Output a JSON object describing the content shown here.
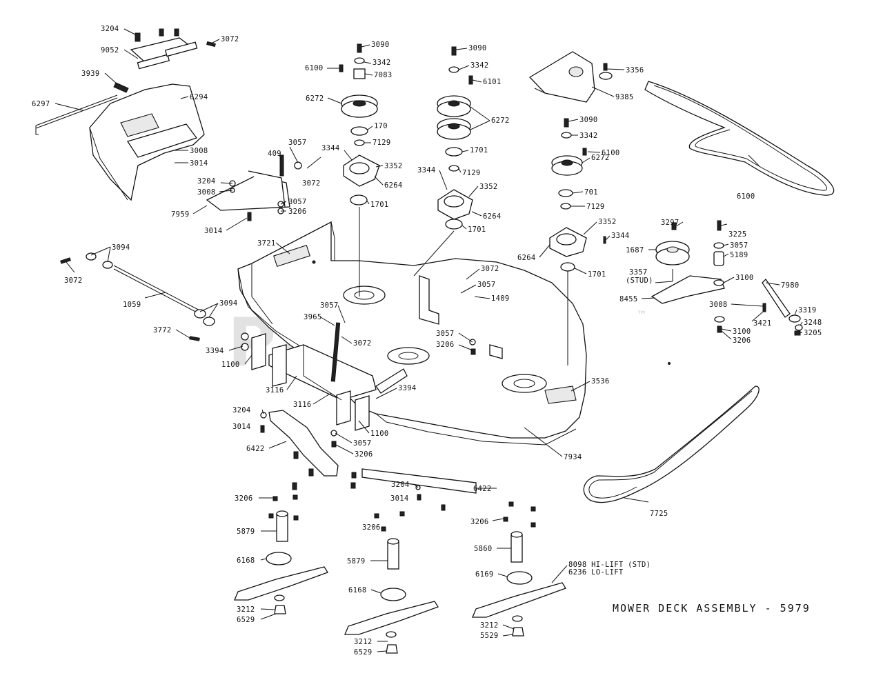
{
  "diagram": {
    "title": "MOWER DECK ASSEMBLY - 5979",
    "watermark": "PartsTree",
    "watermark_mark": "™",
    "labels": [
      {
        "id": "l1",
        "text": "3204"
      },
      {
        "id": "l2",
        "text": "3072"
      },
      {
        "id": "l3",
        "text": "9052"
      },
      {
        "id": "l4",
        "text": "3939"
      },
      {
        "id": "l5",
        "text": "6297"
      },
      {
        "id": "l6",
        "text": "6294"
      },
      {
        "id": "l7",
        "text": "3008"
      },
      {
        "id": "l8",
        "text": "3014"
      },
      {
        "id": "l9",
        "text": "409"
      },
      {
        "id": "l10",
        "text": "3057"
      },
      {
        "id": "l11",
        "text": "3072"
      },
      {
        "id": "l12",
        "text": "3204"
      },
      {
        "id": "l13",
        "text": "3008"
      },
      {
        "id": "l14",
        "text": "3057"
      },
      {
        "id": "l15",
        "text": "3206"
      },
      {
        "id": "l16",
        "text": "7959"
      },
      {
        "id": "l17",
        "text": "3014"
      },
      {
        "id": "l18",
        "text": "3090"
      },
      {
        "id": "l19",
        "text": "3342"
      },
      {
        "id": "l20",
        "text": "6100"
      },
      {
        "id": "l21",
        "text": "7083"
      },
      {
        "id": "l22",
        "text": "6272"
      },
      {
        "id": "l23",
        "text": "170"
      },
      {
        "id": "l24",
        "text": "7129"
      },
      {
        "id": "l25",
        "text": "3344"
      },
      {
        "id": "l26",
        "text": "3352"
      },
      {
        "id": "l27",
        "text": "6264"
      },
      {
        "id": "l28",
        "text": "1701"
      },
      {
        "id": "l29",
        "text": "3090"
      },
      {
        "id": "l30",
        "text": "3342"
      },
      {
        "id": "l31",
        "text": "6101"
      },
      {
        "id": "l32",
        "text": "6272"
      },
      {
        "id": "l33",
        "text": "1701"
      },
      {
        "id": "l34",
        "text": "3344"
      },
      {
        "id": "l35",
        "text": "7129"
      },
      {
        "id": "l36",
        "text": "3352"
      },
      {
        "id": "l37",
        "text": "6264"
      },
      {
        "id": "l38",
        "text": "1701"
      },
      {
        "id": "l39",
        "text": "3356"
      },
      {
        "id": "l40",
        "text": "9385"
      },
      {
        "id": "l41",
        "text": "3090"
      },
      {
        "id": "l42",
        "text": "3342"
      },
      {
        "id": "l43",
        "text": "6100"
      },
      {
        "id": "l44",
        "text": "6272"
      },
      {
        "id": "l45",
        "text": "701"
      },
      {
        "id": "l46",
        "text": "7129"
      },
      {
        "id": "l47",
        "text": "3352"
      },
      {
        "id": "l48",
        "text": "3344"
      },
      {
        "id": "l49",
        "text": "6264"
      },
      {
        "id": "l50",
        "text": "1701"
      },
      {
        "id": "l51",
        "text": "6100"
      },
      {
        "id": "l52",
        "text": "3297"
      },
      {
        "id": "l53",
        "text": "3225"
      },
      {
        "id": "l54",
        "text": "3057"
      },
      {
        "id": "l55",
        "text": "5189"
      },
      {
        "id": "l56",
        "text": "1687"
      },
      {
        "id": "l57",
        "text": "3357"
      },
      {
        "id": "l58",
        "text": "(STUD)"
      },
      {
        "id": "l59",
        "text": "3100"
      },
      {
        "id": "l60",
        "text": "8455"
      },
      {
        "id": "l61",
        "text": "7980"
      },
      {
        "id": "l62",
        "text": "3008"
      },
      {
        "id": "l63",
        "text": "3421"
      },
      {
        "id": "l64",
        "text": "3319"
      },
      {
        "id": "l65",
        "text": "3248"
      },
      {
        "id": "l66",
        "text": "3205"
      },
      {
        "id": "l67",
        "text": "3100"
      },
      {
        "id": "l68",
        "text": "3206"
      },
      {
        "id": "l69",
        "text": "3721"
      },
      {
        "id": "l70",
        "text": "3094"
      },
      {
        "id": "l71",
        "text": "3072"
      },
      {
        "id": "l72",
        "text": "1059"
      },
      {
        "id": "l73",
        "text": "3094"
      },
      {
        "id": "l74",
        "text": "3772"
      },
      {
        "id": "l75",
        "text": "3394"
      },
      {
        "id": "l76",
        "text": "1100"
      },
      {
        "id": "l77",
        "text": "3965"
      },
      {
        "id": "l78",
        "text": "3057"
      },
      {
        "id": "l79",
        "text": "3072"
      },
      {
        "id": "l80",
        "text": "3116"
      },
      {
        "id": "l81",
        "text": "3116"
      },
      {
        "id": "l82",
        "text": "3072"
      },
      {
        "id": "l83",
        "text": "3057"
      },
      {
        "id": "l84",
        "text": "1409"
      },
      {
        "id": "l85",
        "text": "3057"
      },
      {
        "id": "l86",
        "text": "3206"
      },
      {
        "id": "l87",
        "text": "3536"
      },
      {
        "id": "l88",
        "text": "3394"
      },
      {
        "id": "l89",
        "text": "1100"
      },
      {
        "id": "l90",
        "text": "3057"
      },
      {
        "id": "l91",
        "text": "3206"
      },
      {
        "id": "l92",
        "text": "7934"
      },
      {
        "id": "l93",
        "text": "3204"
      },
      {
        "id": "l94",
        "text": "3014"
      },
      {
        "id": "l95",
        "text": "6422"
      },
      {
        "id": "l96",
        "text": "3204"
      },
      {
        "id": "l97",
        "text": "3014"
      },
      {
        "id": "l98",
        "text": "6422"
      },
      {
        "id": "l99",
        "text": "3206"
      },
      {
        "id": "l100",
        "text": "3206"
      },
      {
        "id": "l101",
        "text": "3206"
      },
      {
        "id": "l102",
        "text": "7725"
      },
      {
        "id": "l103",
        "text": "5879"
      },
      {
        "id": "l104",
        "text": "6168"
      },
      {
        "id": "l105",
        "text": "3212"
      },
      {
        "id": "l106",
        "text": "6529"
      },
      {
        "id": "l107",
        "text": "5879"
      },
      {
        "id": "l108",
        "text": "6168"
      },
      {
        "id": "l109",
        "text": "3212"
      },
      {
        "id": "l110",
        "text": "6529"
      },
      {
        "id": "l111",
        "text": "5860"
      },
      {
        "id": "l112",
        "text": "6169"
      },
      {
        "id": "l113",
        "text": "8098 HI-LIFT (STD)"
      },
      {
        "id": "l114",
        "text": "6236 LO-LIFT"
      },
      {
        "id": "l115",
        "text": "3212"
      },
      {
        "id": "l116",
        "text": "5529"
      }
    ]
  }
}
